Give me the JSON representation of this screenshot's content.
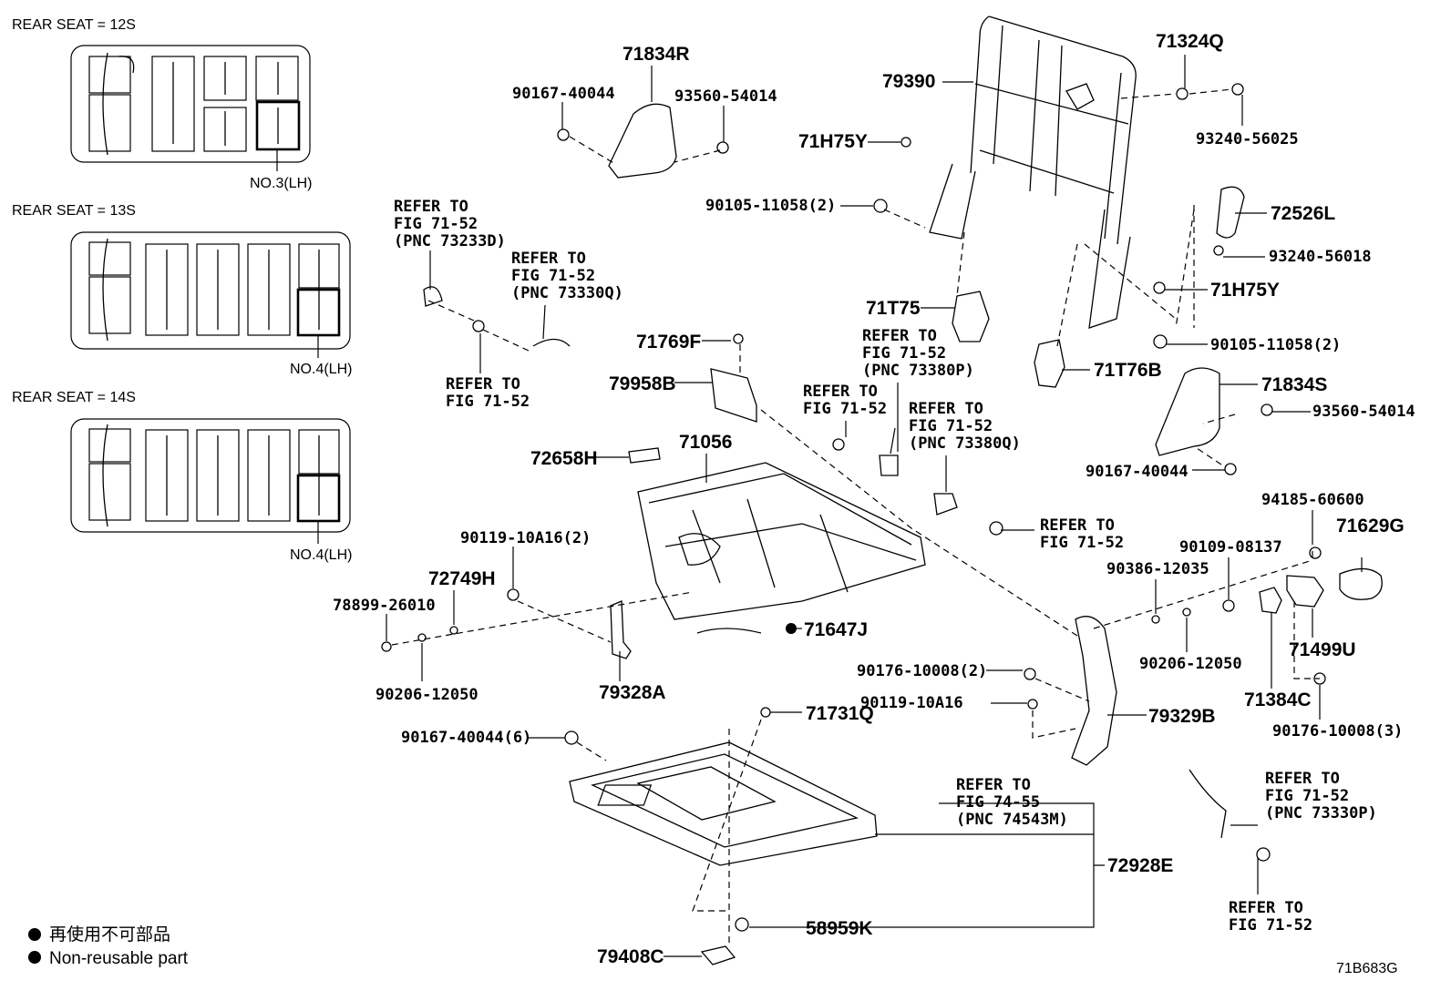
{
  "seat_configs": [
    {
      "title": "REAR SEAT = 12S",
      "note": "NO.3(LH)"
    },
    {
      "title": "REAR SEAT = 13S",
      "note": "NO.4(LH)"
    },
    {
      "title": "REAR SEAT = 14S",
      "note": "NO.4(LH)"
    }
  ],
  "parts": {
    "p71834R": "71834R",
    "p90167_40044_top": "90167-40044",
    "p93560_54014_top": "93560-54014",
    "p79390": "79390",
    "p71324Q": "71324Q",
    "p93240_56025": "93240-56025",
    "p71H75Y_a": "71H75Y",
    "p90105_11058_a": "90105-11058(2)",
    "p72526L": "72526L",
    "p93240_56018": "93240-56018",
    "p71H75Y_b": "71H75Y",
    "p71T75": "71T75",
    "p90105_11058_b": "90105-11058(2)",
    "p71T76B": "71T76B",
    "p71834S": "71834S",
    "p93560_54014_r": "93560-54014",
    "p90167_40044_r": "90167-40044",
    "p71769F": "71769F",
    "p79958B": "79958B",
    "p72658H": "72658H",
    "p71056": "71056",
    "p90119_10A16_2": "90119-10A16(2)",
    "p72749H": "72749H",
    "p78899_26010": "78899-26010",
    "p90206_12050_l": "90206-12050",
    "p79328A": "79328A",
    "p71647J": "71647J",
    "p94185_60600": "94185-60600",
    "p71629G": "71629G",
    "p90109_08137": "90109-08137",
    "p90386_12035": "90386-12035",
    "p90206_12050_r": "90206-12050",
    "p71499U": "71499U",
    "p71384C": "71384C",
    "p90176_10008_2": "90176-10008(2)",
    "p90119_10A16": "90119-10A16",
    "p79329B": "79329B",
    "p90176_10008_3": "90176-10008(3)",
    "p90167_40044_6": "90167-40044(6)",
    "p71731Q": "71731Q",
    "p72928E": "72928E",
    "p58959K": "58959K",
    "p79408C": "79408C"
  },
  "refs": {
    "r1": [
      "REFER TO",
      "FIG 71-52",
      "(PNC 73233D)"
    ],
    "r2": [
      "REFER TO",
      "FIG 71-52",
      "(PNC 73330Q)"
    ],
    "r3": [
      "REFER TO",
      "FIG 71-52"
    ],
    "r4": [
      "REFER TO",
      "FIG 71-52",
      "(PNC 73380P)"
    ],
    "r5": [
      "REFER TO",
      "FIG 71-52"
    ],
    "r6": [
      "REFER TO",
      "FIG 71-52",
      "(PNC 73380Q)"
    ],
    "r7": [
      "REFER TO",
      "FIG 71-52"
    ],
    "r8": [
      "REFER TO",
      "FIG 74-55",
      "(PNC 74543M)"
    ],
    "r9": [
      "REFER TO",
      "FIG 71-52",
      "(PNC 73330P)"
    ],
    "r10": [
      "REFER TO",
      "FIG 71-52"
    ]
  },
  "legend": {
    "jp": "再使用不可部品",
    "en": "Non-reusable part"
  },
  "figure_code": "71B683G"
}
